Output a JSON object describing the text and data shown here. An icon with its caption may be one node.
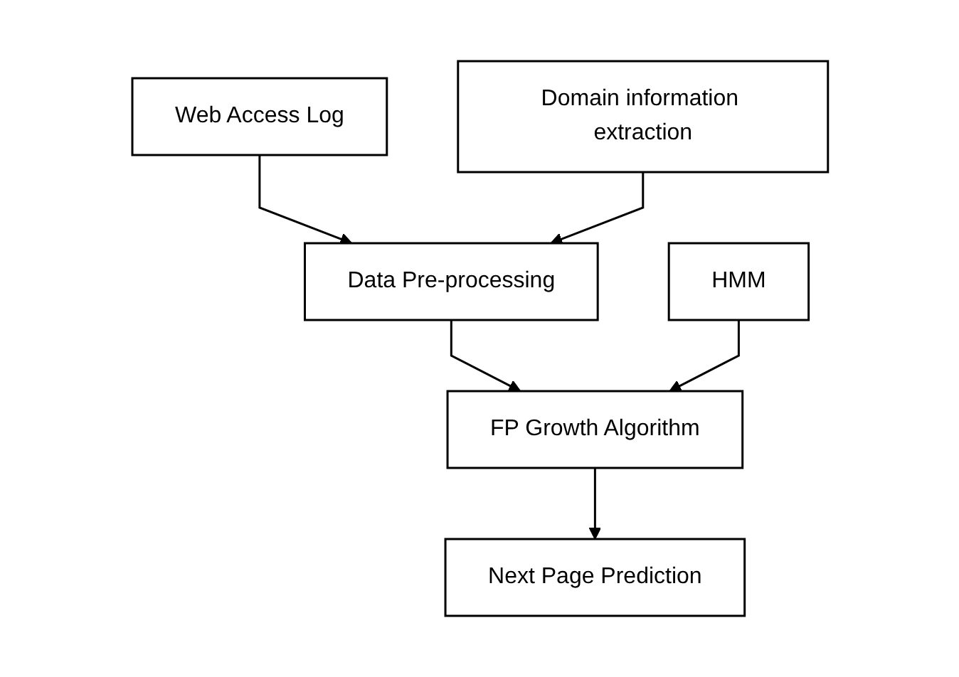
{
  "diagram": {
    "nodes": [
      {
        "text": [
          "Web Access Log"
        ]
      },
      {
        "text": [
          "Data Pre-processing"
        ]
      },
      {
        "text": [
          "Domain information extraction"
        ]
      },
      {
        "text": [
          "FP Growth Algorithm"
        ]
      },
      {
        "text": [
          "HMM"
        ]
      },
      {
        "text": [
          "Next Page Prediction"
        ]
      }
    ],
    "edges": [
      {
        "from": 0,
        "to": 1,
        "arrow": "to"
      },
      {
        "from": 2,
        "to": 1,
        "arrow": "to"
      },
      {
        "from": 1,
        "to": 3,
        "arrow": "to"
      },
      {
        "from": 4,
        "to": 3,
        "arrow": "to"
      },
      {
        "from": 3,
        "to": 5,
        "arrow": "to"
      }
    ]
  }
}
